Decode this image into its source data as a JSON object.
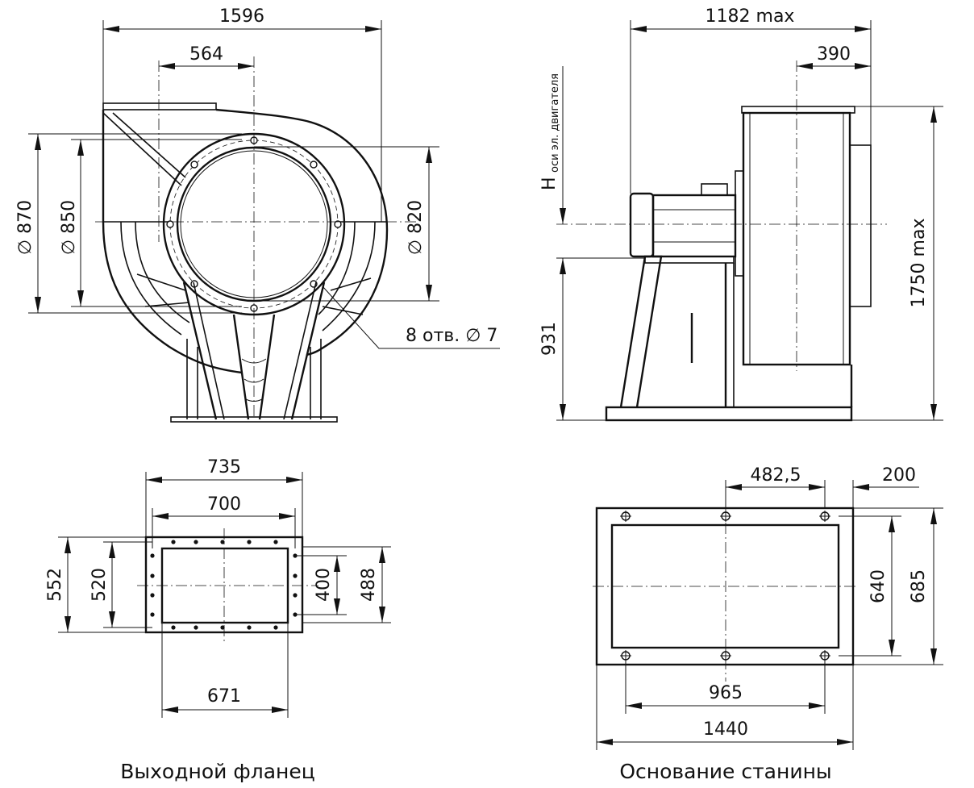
{
  "front_view": {
    "dims": {
      "width_total": "1596",
      "outlet_offset": "564",
      "dia_870": "∅ 870",
      "dia_850": "∅ 850",
      "dia_820": "∅ 820",
      "holes": "8 отв. ∅ 7"
    }
  },
  "side_view": {
    "dims": {
      "depth_max": "1182 max",
      "motor_offset": "390",
      "height_max": "1750 max",
      "axis_height": "931",
      "motor_axis_label_h": "H",
      "motor_axis_label_sub": "оси эл. двигателя"
    }
  },
  "outlet_flange": {
    "caption": "Выходной фланец",
    "dims": {
      "outer_w": "735",
      "inner_w": "700",
      "outer_h": "552",
      "inner_h": "520",
      "bolt_h": "400",
      "bolt_h2": "488",
      "bolt_w": "671"
    }
  },
  "frame_base": {
    "caption": "Основание станины",
    "dims": {
      "hole_pitch": "482,5",
      "edge_offset": "200",
      "inner_h": "640",
      "outer_h": "685",
      "hole_span": "965",
      "outer_w": "1440"
    }
  },
  "colors": {
    "line": "#111111",
    "background": "#ffffff"
  }
}
